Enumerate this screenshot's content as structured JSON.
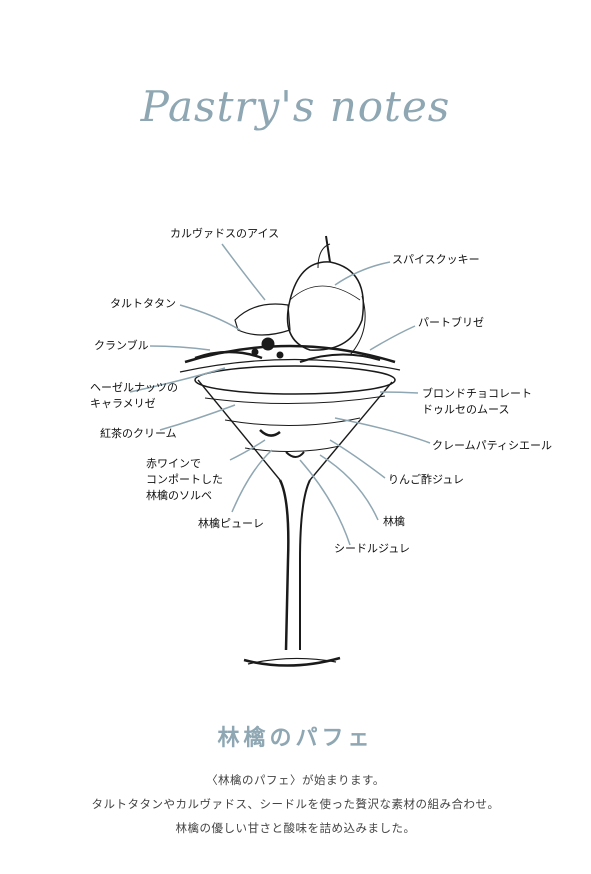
{
  "header": {
    "title": "Pastry's notes"
  },
  "labels": {
    "calvados_ice": "カルヴァドスのアイス",
    "spice_cookie": "スパイスクッキー",
    "tarte_tatin": "タルトタタン",
    "pate_brisee": "パートブリゼ",
    "crumble": "クランブル",
    "hazelnut_1": "ヘーゼルナッツの",
    "hazelnut_2": "キャラメリゼ",
    "blonde_1": "ブロンドチョコレート",
    "blonde_2": "ドゥルセのムース",
    "tea_cream": "紅茶のクリーム",
    "creme_patissiere": "クレームパティシエール",
    "red_wine_1": "赤ワインで",
    "red_wine_2": "コンポートした",
    "red_wine_3": "林檎のソルベ",
    "apple_vinegar": "りんご酢ジュレ",
    "apple_puree": "林檎ピューレ",
    "apple": "林檎",
    "cider_jelly": "シードルジュレ"
  },
  "product": {
    "name": "林檎のパフェ",
    "line1": "〈林檎のパフェ〉が始まります。",
    "line2": "タルトタタンやカルヴァドス、シードルを使った贅沢な素材の組み合わせ。",
    "line3": "林檎の優しい甘さと酸味を詰め込みました。"
  },
  "colors": {
    "accent": "#8ea7b3",
    "leader": "#8fa7b3",
    "ink": "#1a1a1a"
  }
}
